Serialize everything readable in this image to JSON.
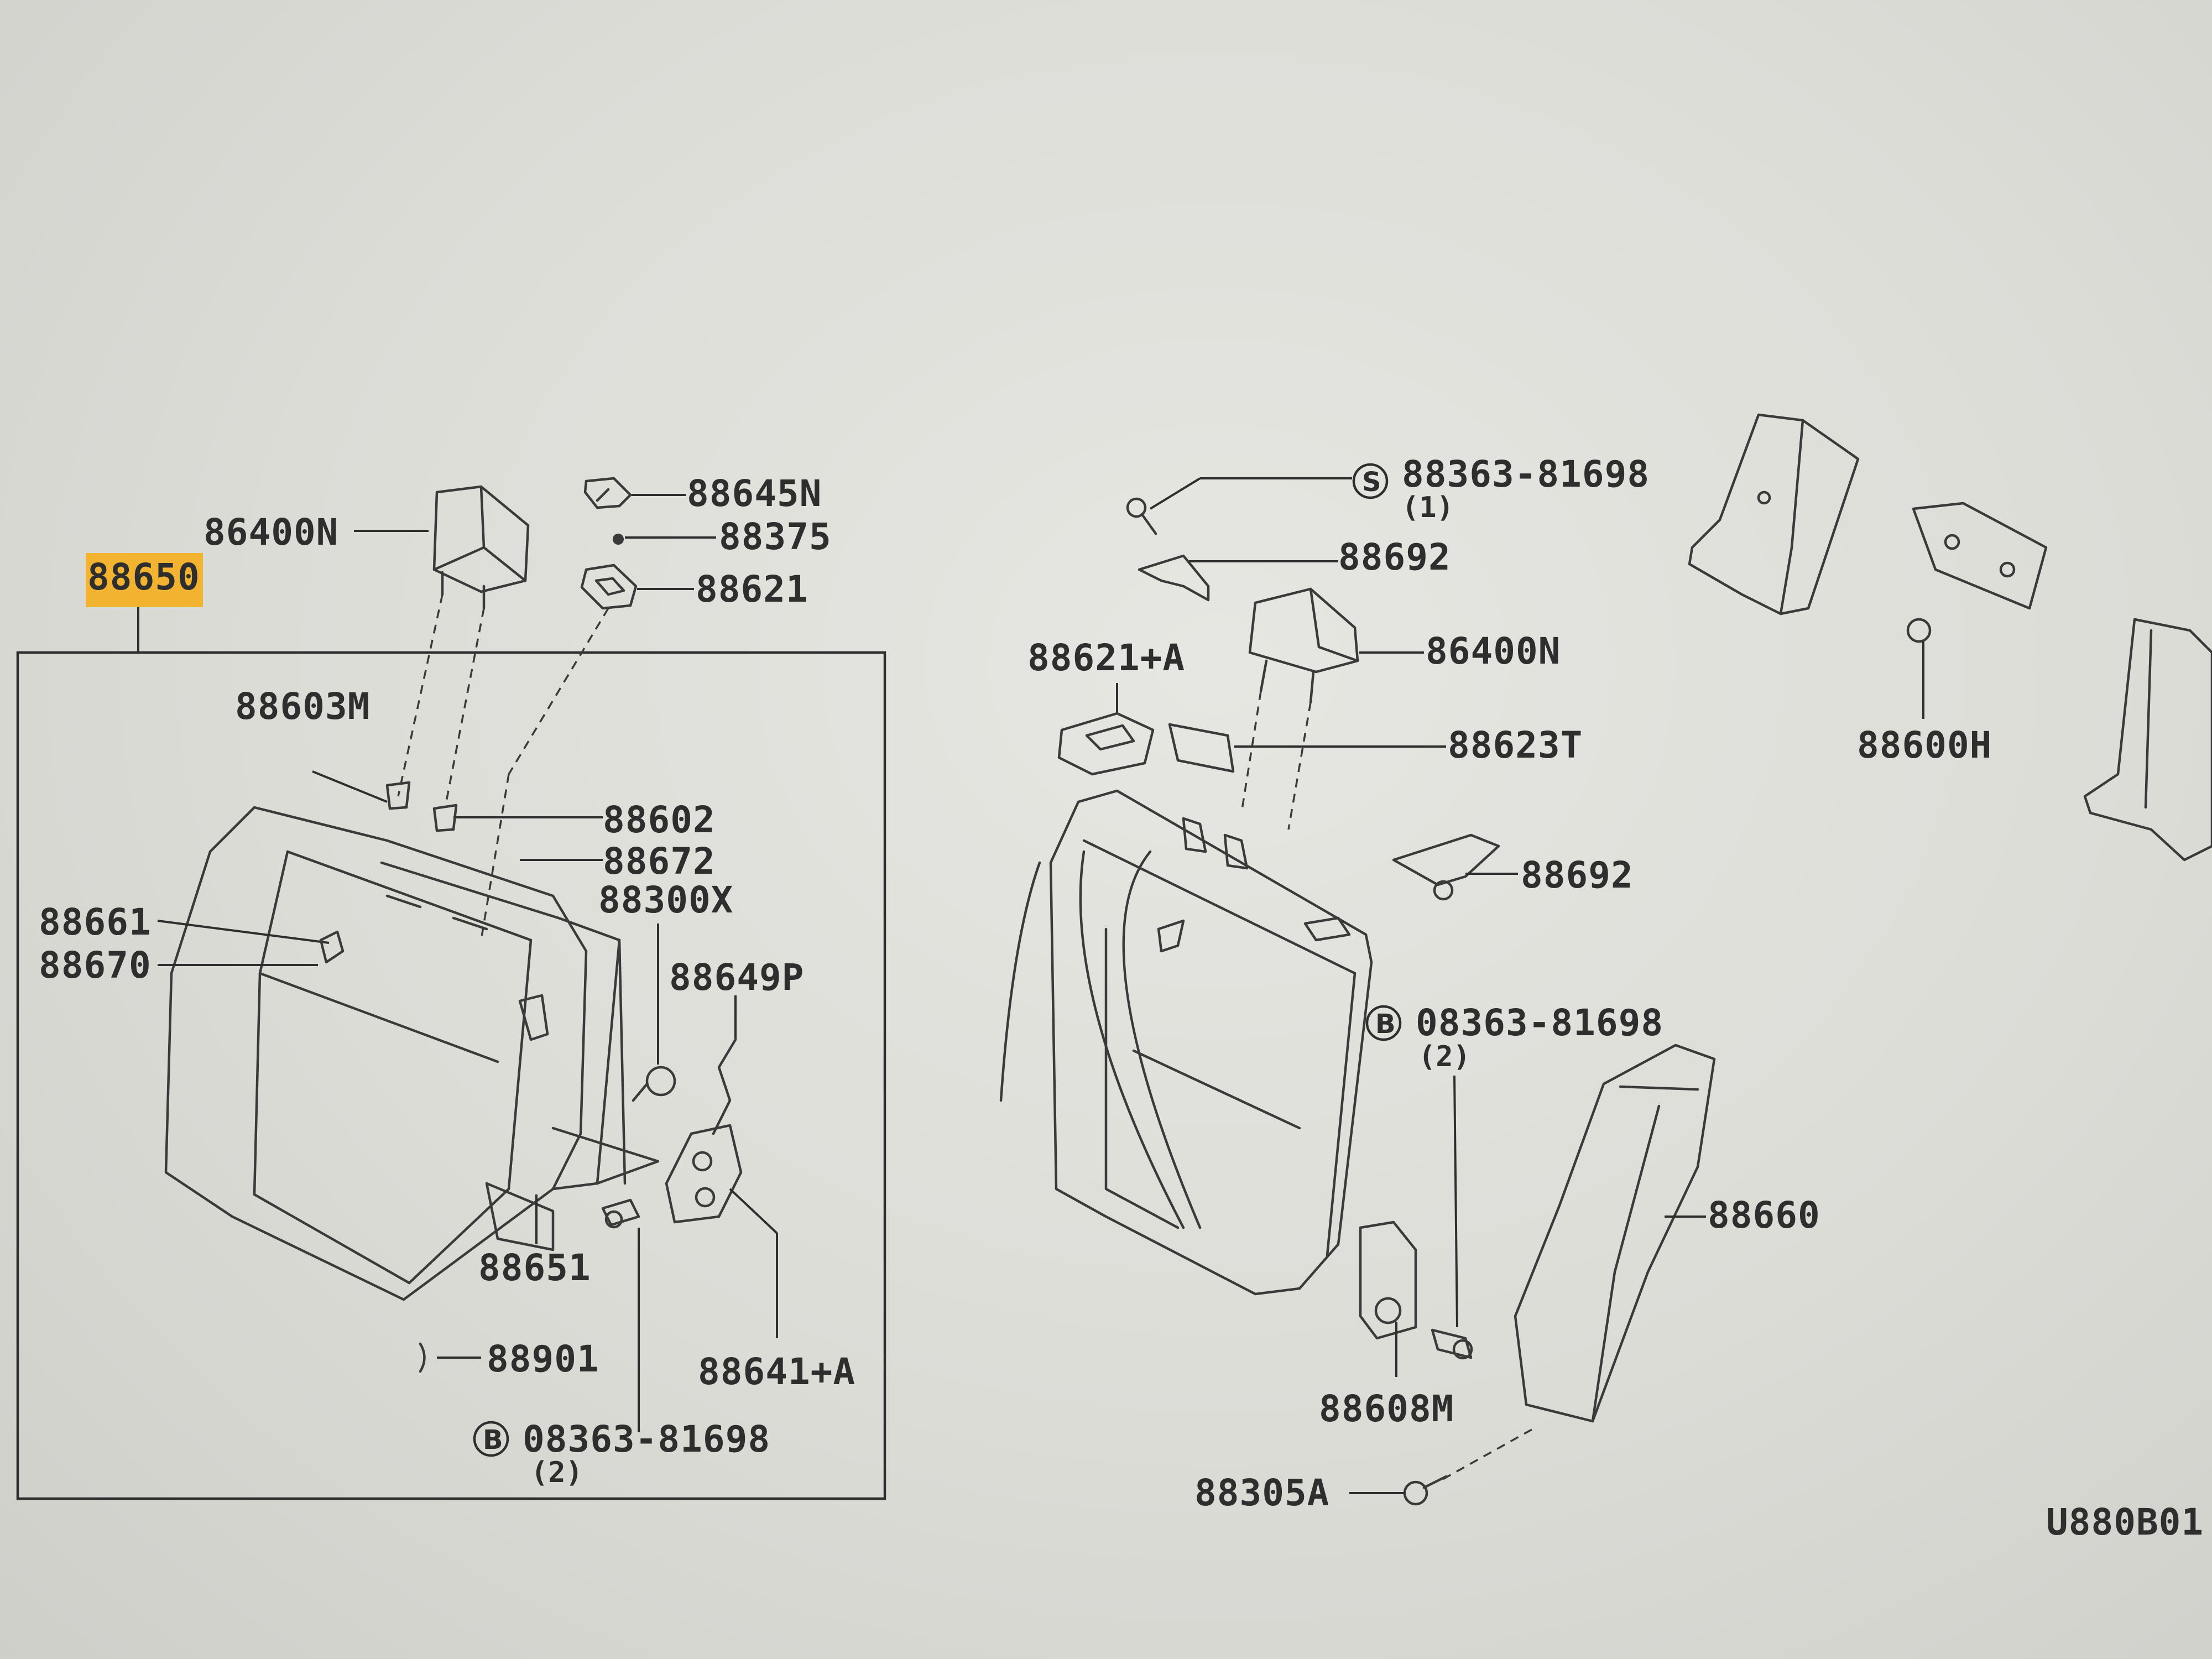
{
  "diagram_code": "U880B01",
  "highlight_color": "#f2b430",
  "callouts": {
    "p88650": "88650",
    "p86400N_left": "86400N",
    "p88645N": "88645N",
    "p88375": "88375",
    "p88621": "88621",
    "p88603M": "88603M",
    "p88602": "88602",
    "p88672": "88672",
    "p88300X": "88300X",
    "p88661": "88661",
    "p88670": "88670",
    "p88649P": "88649P",
    "p88651": "88651",
    "p88901": "88901",
    "p88641A": "88641+A",
    "bolt_left": "08363-81698",
    "bolt_left_qty": "(2)",
    "screw_top": "88363-81698",
    "screw_top_qty": "(1)",
    "p88692_top": "88692",
    "p88621A": "88621+A",
    "p86400N_right": "86400N",
    "p88623T": "88623T",
    "p88692_mid": "88692",
    "bolt_right": "08363-81698",
    "bolt_right_qty": "(2)",
    "p88660": "88660",
    "p88608M": "88608M",
    "p88305A": "88305A",
    "p88600H": "88600H"
  },
  "symbols": {
    "bolt": "B",
    "screw": "S"
  }
}
